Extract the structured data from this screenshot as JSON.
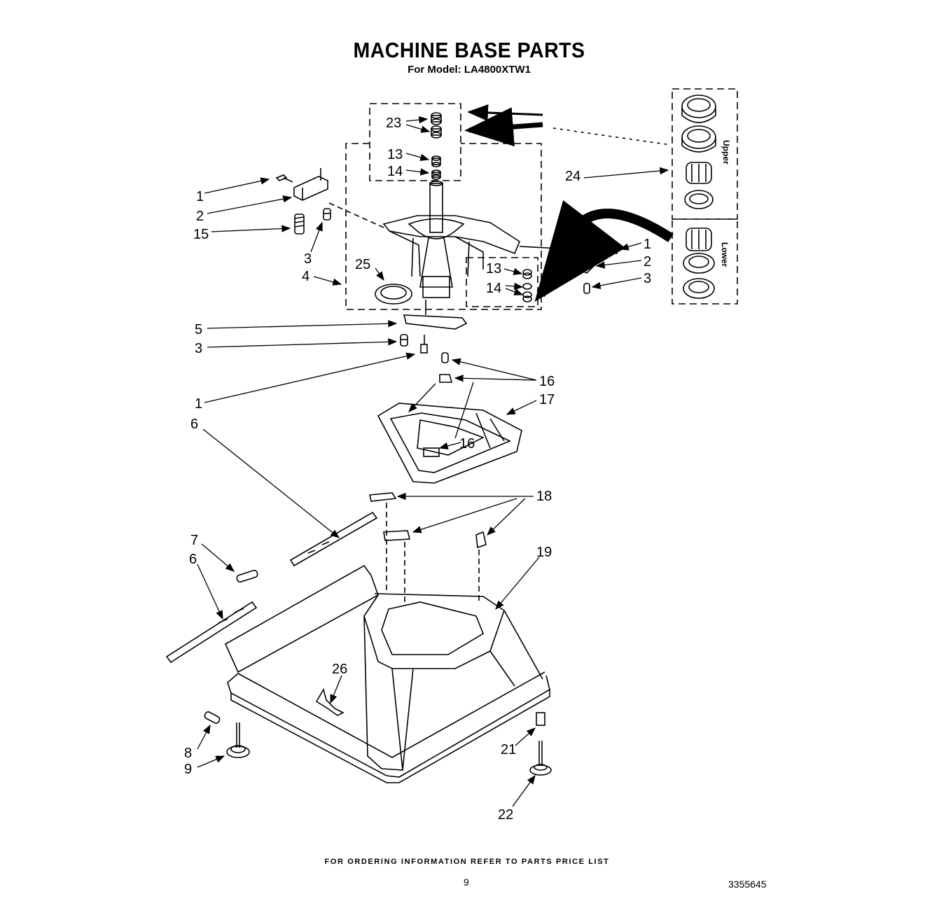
{
  "header": {
    "title": "MACHINE BASE PARTS",
    "subtitle": "For Model: LA4800XTW1"
  },
  "footer": {
    "ordering_note": "FOR ORDERING INFORMATION REFER TO PARTS PRICE LIST",
    "page_number": "9",
    "document_number": "3355645"
  },
  "inset_labels": {
    "upper": "Upper",
    "lower": "Lower"
  },
  "callouts": [
    "1",
    "2",
    "15",
    "3",
    "4",
    "25",
    "23",
    "13",
    "14",
    "24",
    "1",
    "2",
    "3",
    "13",
    "14",
    "5",
    "3",
    "1",
    "16",
    "17",
    "16",
    "6",
    "18",
    "19",
    "7",
    "6",
    "26",
    "8",
    "9",
    "21",
    "22"
  ]
}
